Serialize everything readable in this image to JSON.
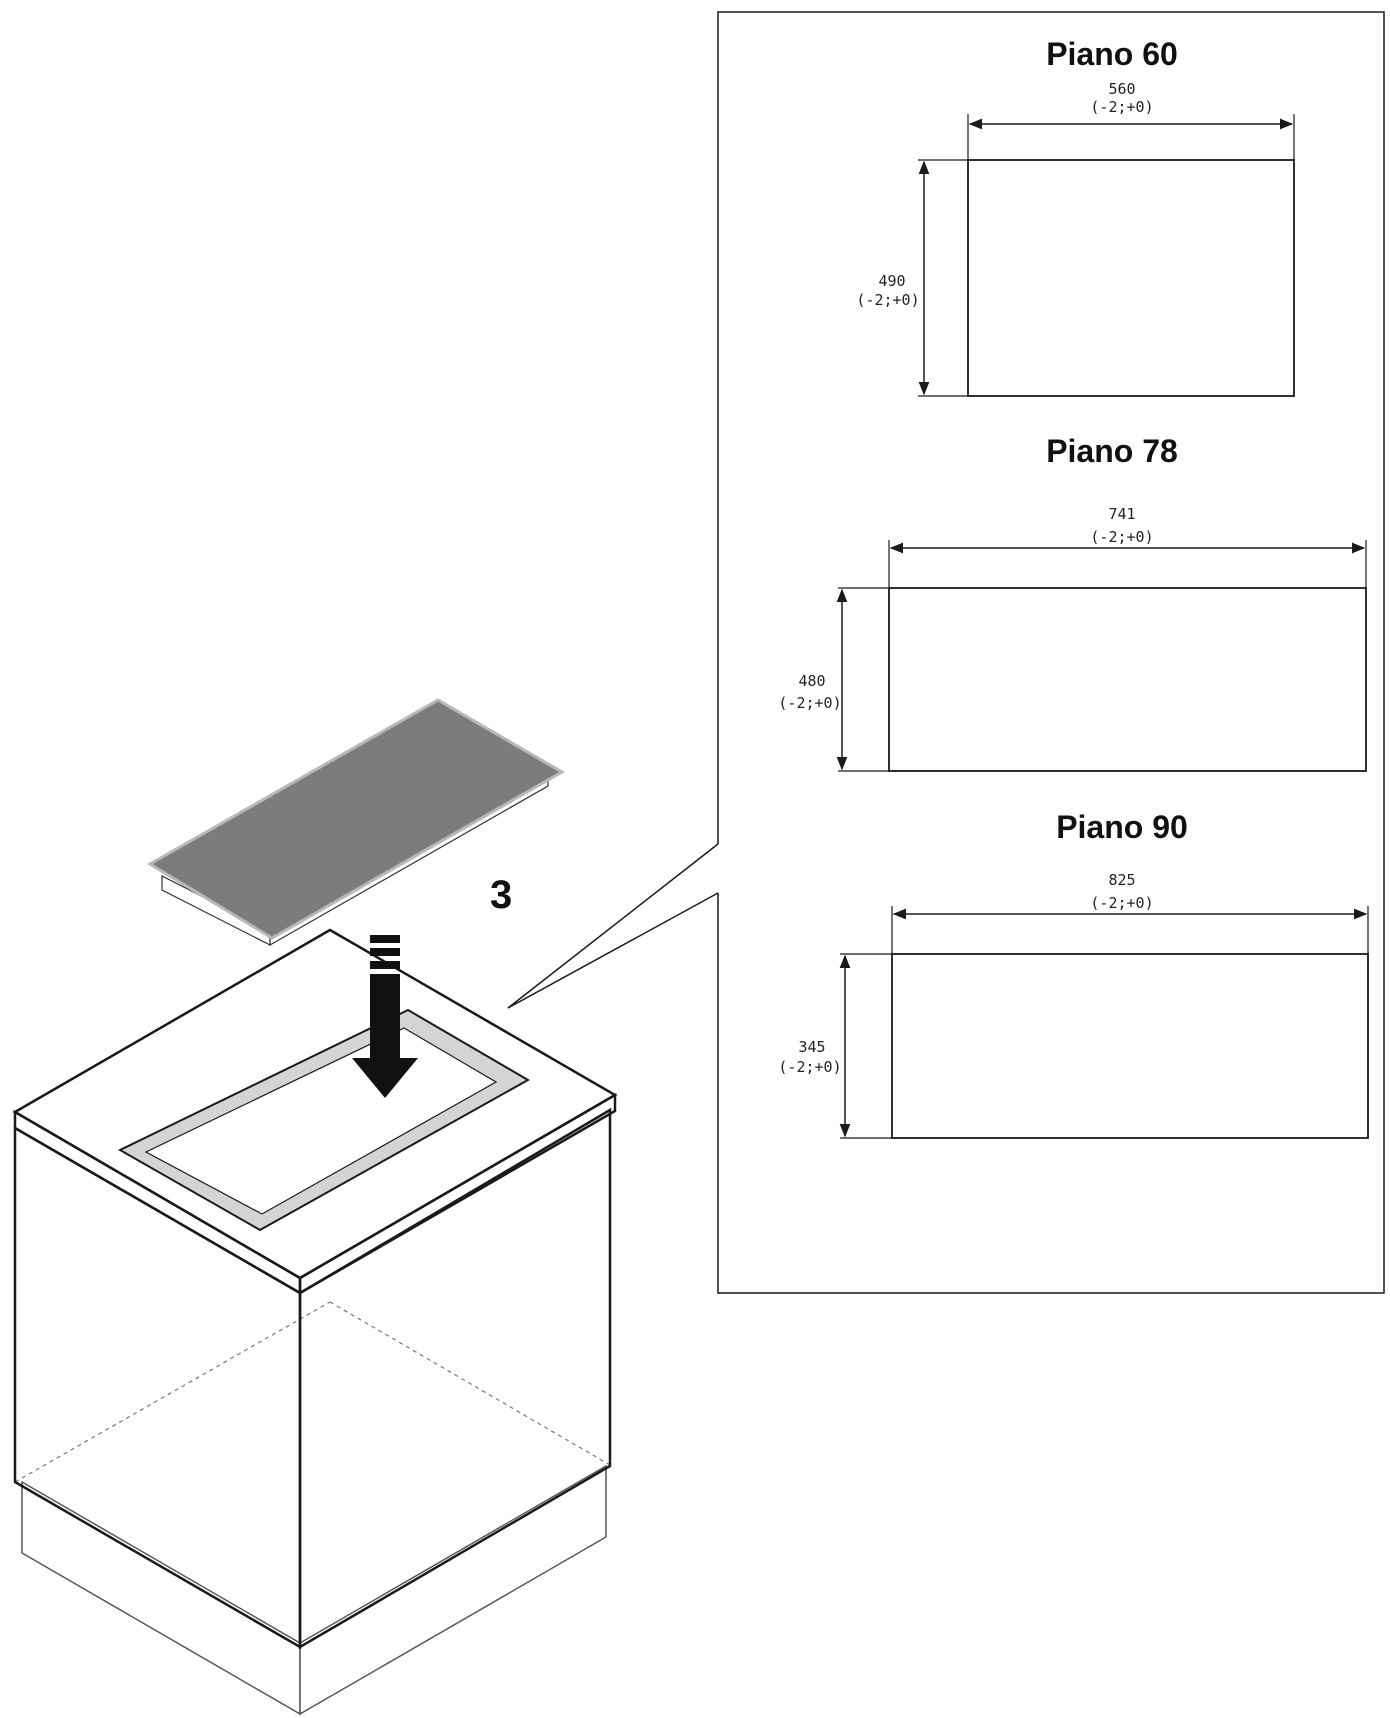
{
  "step_number": "3",
  "panels": [
    {
      "title": "Piano 60",
      "width": "560",
      "width_tolerance": "(-2;+0)",
      "depth": "490",
      "depth_tolerance": "(-2;+0)"
    },
    {
      "title": "Piano 78",
      "width": "741",
      "width_tolerance": "(-2;+0)",
      "depth": "480",
      "depth_tolerance": "(-2;+0)"
    },
    {
      "title": "Piano 90",
      "width": "825",
      "width_tolerance": "(-2;+0)",
      "depth": "345",
      "depth_tolerance": "(-2;+0)"
    }
  ],
  "colors": {
    "hob_glass": "#7b7d7c",
    "cutout_bevel": "#d4d4d2",
    "line": "#1a1a1a"
  }
}
